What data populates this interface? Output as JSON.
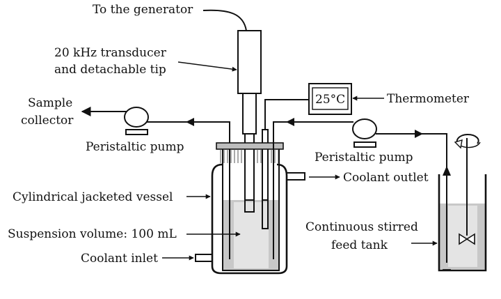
{
  "labels": {
    "generator": "To the generator",
    "transducer_line1": "20 kHz transducer",
    "transducer_line2": "and detachable tip",
    "thermometer": "Thermometer",
    "temperature": "25°C",
    "sample_line1": "Sample",
    "sample_line2": "collector",
    "pump_left": "Peristaltic pump",
    "pump_right": "Peristaltic pump",
    "coolant_outlet": "Coolant outlet",
    "vessel": "Cylindrical jacketed vessel",
    "suspension": "Suspension volume: 100 mL",
    "coolant_inlet": "Coolant inlet",
    "tank_line1": "Continuous stirred",
    "tank_line2": "feed tank"
  },
  "colors": {
    "liquid": "#c8c8c8",
    "liquid_inner": "#e4e4e4",
    "lid": "#bdbdbd",
    "line": "#111111"
  }
}
